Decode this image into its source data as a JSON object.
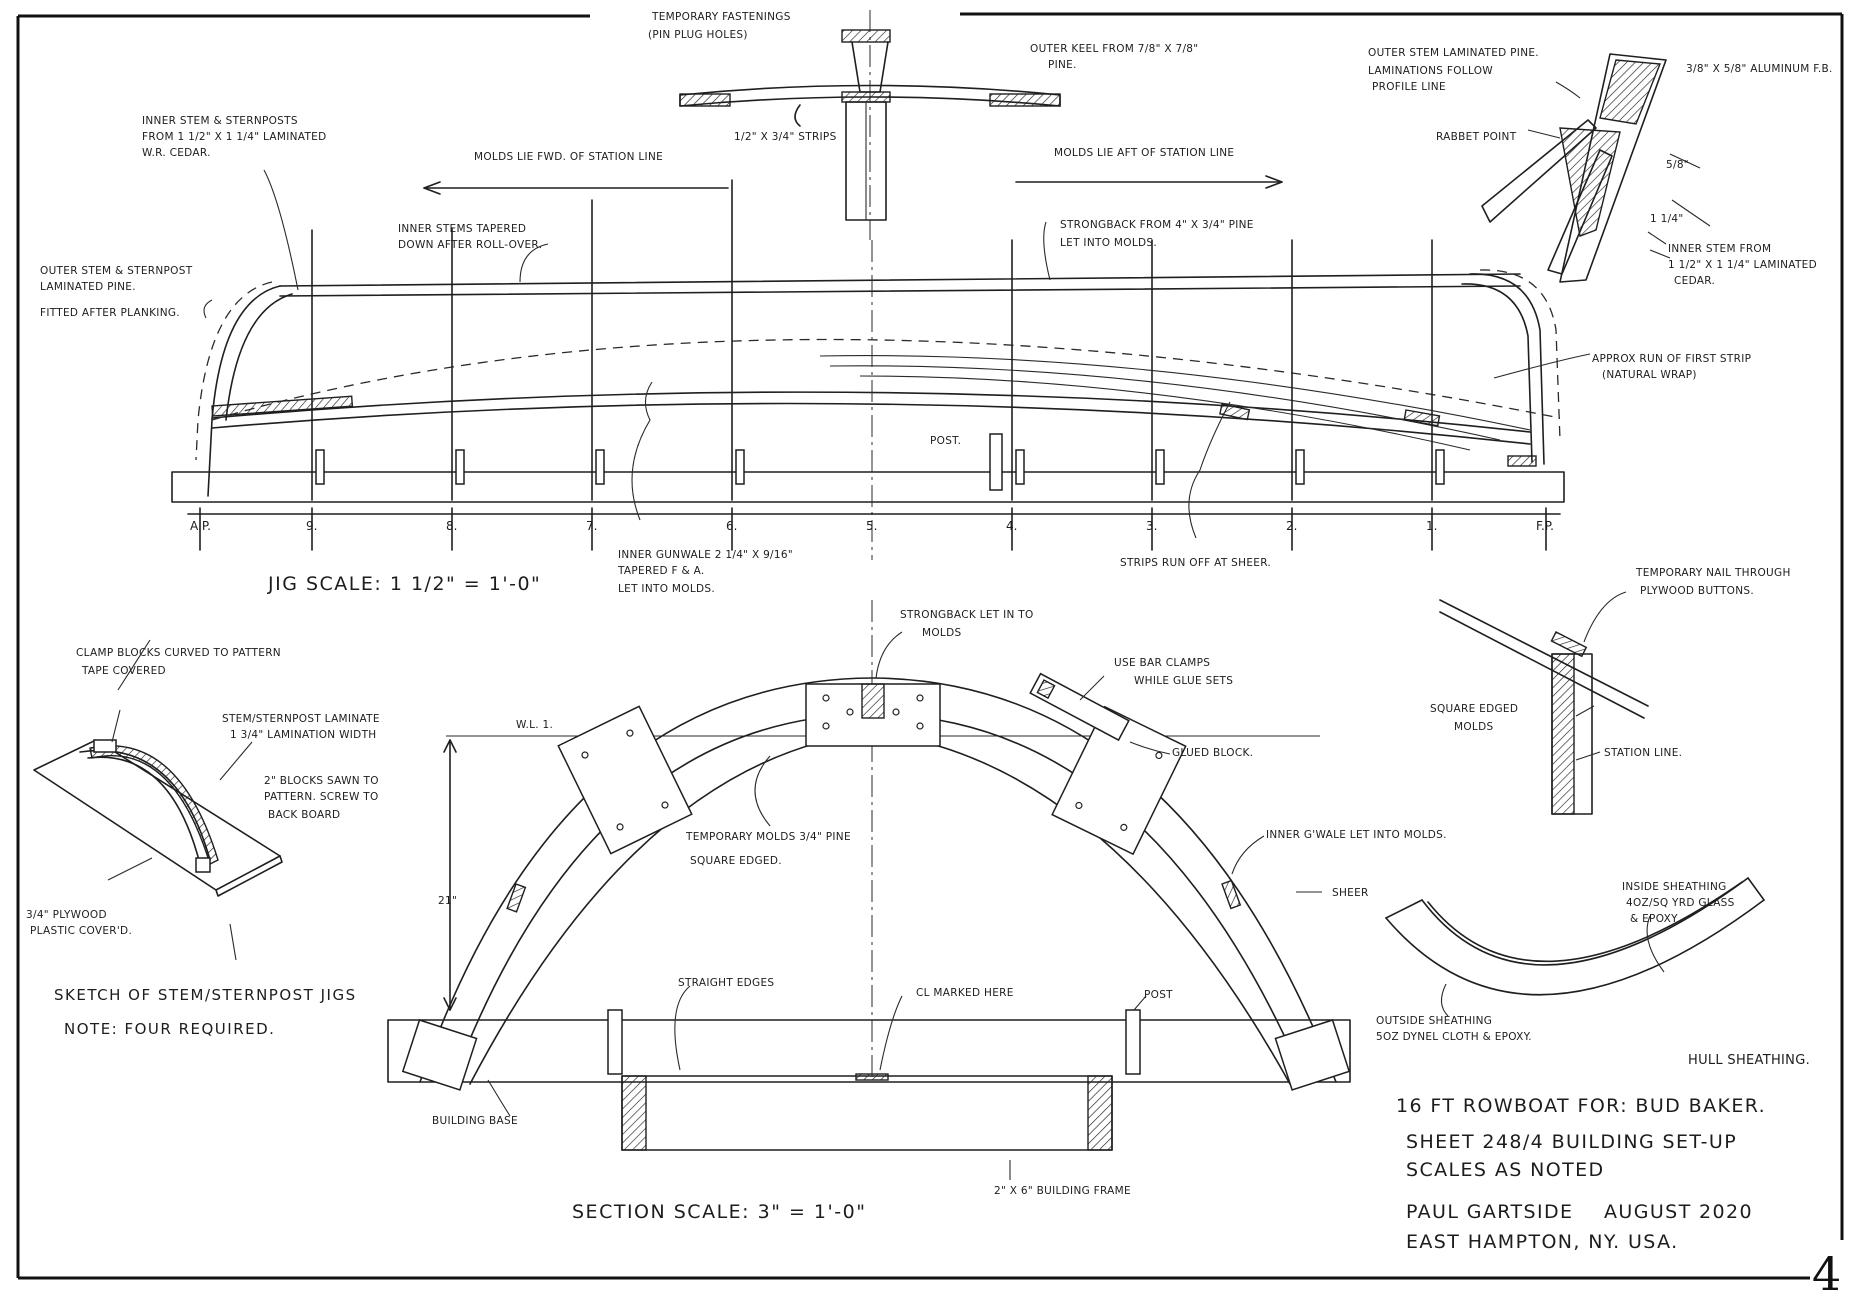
{
  "profile": {
    "notes": {
      "temp_fastenings": [
        "TEMPORARY FASTENINGS",
        "(PIN PLUG HOLES)"
      ],
      "outer_keel": [
        "OUTER KEEL FROM 7/8\" x 7/8\"",
        "PINE."
      ],
      "strips": "1/2\" x 3/4\" STRIPS",
      "inner_stem": [
        "INNER STEM & STERNPOSTS",
        "FROM 1 1/2\" x 1 1/4\" LAMINATED",
        "W.R. CEDAR."
      ],
      "molds_fwd": "MOLDS LIE FWD. OF STATION LINE",
      "molds_aft": "MOLDS LIE AFT OF STATION LINE",
      "inner_stems_tapered": [
        "INNER STEMS TAPERED",
        "DOWN AFTER ROLL-OVER."
      ],
      "strongback": [
        "STRONGBACK FROM 4\" x 3/4\" PINE",
        "LET INTO MOLDS."
      ],
      "outer_stem": [
        "OUTER STEM & STERNPOST",
        "LAMINATED PINE.",
        "FITTED AFTER PLANKING."
      ],
      "first_strip": [
        "APPROX RUN OF FIRST STRIP",
        "(NATURAL WRAP)"
      ],
      "post": "POST.",
      "inner_gunwale": [
        "INNER GUNWALE 2 1/4\" x 9/16\"",
        "TAPERED F & A.",
        "LET INTO MOLDS."
      ],
      "strips_run_off": "STRIPS RUN OFF AT SHEER.",
      "jig_scale": "JIG SCALE: 1 1/2\" = 1'-0\""
    },
    "stations": [
      "A.P.",
      "9.",
      "8.",
      "7.",
      "6.",
      "5.",
      "4.",
      "3.",
      "2.",
      "1.",
      "F.P."
    ]
  },
  "stem_detail": {
    "notes": {
      "outer_stem": [
        "OUTER STEM LAMINATED PINE.",
        "LAMINATIONS FOLLOW",
        "PROFILE LINE"
      ],
      "aluminum": "3/8\" x 5/8\" ALUMINUM F.B.",
      "rabbet": "RABBET POINT",
      "dim1": "5/8\"",
      "dim2": "1 1/4\"",
      "inner_stem": [
        "INNER STEM FROM",
        "1 1/2\" x 1 1/4\" LAMINATED",
        "CEDAR."
      ]
    }
  },
  "jig_sketch": {
    "notes": {
      "clamp_blocks": [
        "CLAMP BLOCKS CURVED TO PATTERN",
        "TAPE COVERED"
      ],
      "laminate": [
        "STEM/STERNPOST LAMINATE",
        "1 3/4\" LAMINATION WIDTH"
      ],
      "blocks": [
        "2\" BLOCKS SAWN TO",
        "PATTERN. SCREW TO",
        "BACK BOARD"
      ],
      "plywood": [
        "3/4\" PLYWOOD",
        "PLASTIC COVER'D."
      ],
      "caption": "SKETCH OF STEM/STERNPOST JIGS",
      "note": "NOTE: FOUR REQUIRED."
    }
  },
  "section": {
    "notes": {
      "strongback": [
        "STRONGBACK LET IN TO",
        "MOLDS"
      ],
      "wl": "W.L. 1.",
      "bar_clamps": [
        "USE BAR CLAMPS",
        "WHILE GLUE SETS"
      ],
      "glued_block": "GLUED BLOCK.",
      "temp_molds": [
        "TEMPORARY MOLDS 3/4\" PINE",
        "SQUARE EDGED."
      ],
      "inner_gwale": "INNER G'WALE LET INTO MOLDS.",
      "sheer": "SHEER",
      "dim": "21\"",
      "straight_edges": "STRAIGHT EDGES",
      "cl_marked": "CL MARKED HERE",
      "post": "POST",
      "building_base": "BUILDING BASE",
      "frame": "2\" x 6\" BUILDING FRAME",
      "scale": "SECTION SCALE: 3\" = 1'-0\""
    }
  },
  "mold_detail": {
    "notes": {
      "nail": [
        "TEMPORARY NAIL THROUGH",
        "PLYWOOD BUTTONS."
      ],
      "square": [
        "SQUARE EDGED",
        "MOLDS"
      ],
      "station": "STATION LINE."
    }
  },
  "hull_sheathing": {
    "notes": {
      "inside": [
        "INSIDE SHEATHING",
        "4oz/SQ YRD GLASS",
        "& EPOXY"
      ],
      "outside": [
        "OUTSIDE SHEATHING",
        "5oz DYNEL CLOTH & EPOXY."
      ],
      "caption": "HULL SHEATHING."
    }
  },
  "title_block": {
    "line1": "16 FT ROWBOAT FOR: BUD BAKER.",
    "line2": "SHEET 248/4 BUILDING SET-UP",
    "line3": "SCALES AS NOTED",
    "line4_name": "PAUL GARTSIDE",
    "line4_date": "AUGUST 2020",
    "line5": "EAST HAMPTON, NY. USA.",
    "sheet_number": "4"
  }
}
